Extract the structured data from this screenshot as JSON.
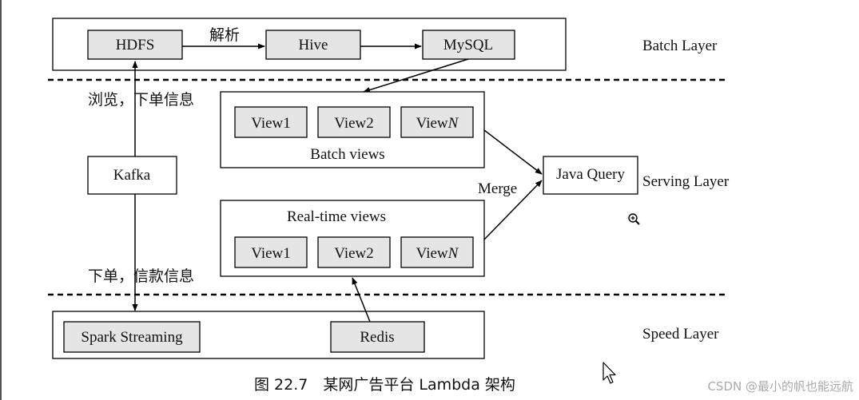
{
  "layers": {
    "batch": "Batch Layer",
    "serving": "Serving Layer",
    "speed": "Speed Layer"
  },
  "nodes": {
    "hdfs": "HDFS",
    "hive": "Hive",
    "mysql": "MySQL",
    "kafka": "Kafka",
    "java_query": "Java Query",
    "spark_streaming": "Spark Streaming",
    "redis": "Redis"
  },
  "batch_views": {
    "title": "Batch views",
    "view1": "View1",
    "view2": "View2",
    "viewn_prefix": "View",
    "viewn_suffix": "N"
  },
  "realtime_views": {
    "title": "Real-time views",
    "view1": "View1",
    "view2": "View2",
    "viewn_prefix": "View",
    "viewn_suffix": "N"
  },
  "edge_labels": {
    "parse": "解析",
    "browse_order": "浏览，下单信息",
    "order_payment": "下单，信款信息",
    "merge": "Merge"
  },
  "caption": "图 22.7　某网广告平台 Lambda 架构",
  "watermark": "CSDN @最小的帆也能远航",
  "icons": [
    "zoom-in-icon",
    "cursor-icon"
  ]
}
